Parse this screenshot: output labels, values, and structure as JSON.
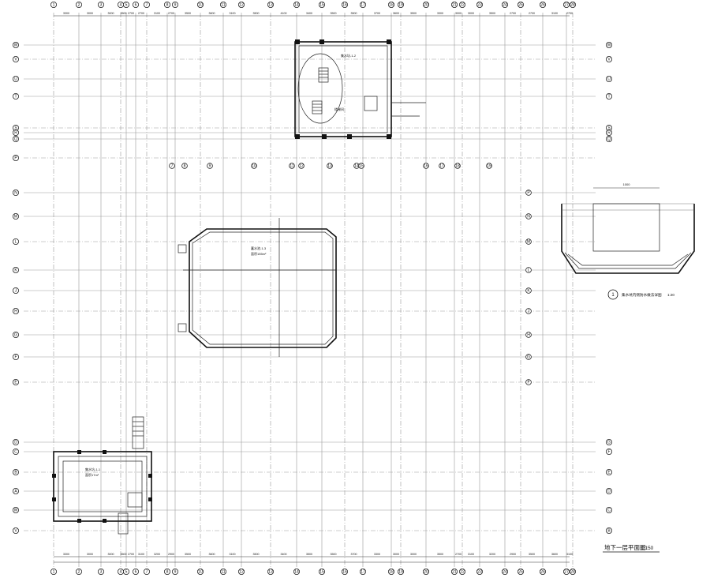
{
  "drawing": {
    "title": "地下一层平面图",
    "scale": "1:150"
  },
  "axes_top": {
    "labels": [
      "1",
      "2",
      "3",
      "4",
      "5",
      "6",
      "7",
      "8",
      "9",
      "10",
      "11",
      "12",
      "13",
      "14",
      "15",
      "16",
      "17",
      "18",
      "19",
      "20",
      "21",
      "22",
      "23",
      "24",
      "25",
      "26",
      "27",
      "28",
      "29",
      "30"
    ],
    "dims": [
      "3300",
      "3000",
      "3000",
      "3500",
      "2700",
      "2700",
      "3100",
      "2700",
      "3500",
      "3600",
      "3100",
      "3500",
      "4100",
      "3400",
      "3500",
      "3500",
      "3700",
      "3600",
      "3500"
    ]
  },
  "axes_left": {
    "labels": [
      "W",
      "V",
      "U",
      "T",
      "S",
      "R",
      "Q",
      "P",
      "N",
      "M",
      "L",
      "K",
      "J",
      "H",
      "G",
      "F",
      "E",
      "D",
      "C",
      "B",
      "A"
    ]
  },
  "rooms": {
    "stair_top": {
      "name": "楼梯间"
    },
    "collect_pit": {
      "name": "集水坑-1-2"
    },
    "pool": {
      "name": "蓄水池-1-3",
      "area": "面积155m²"
    },
    "pit_bottom": {
      "name": "集水坑-1-1",
      "area": "面积17m²"
    }
  },
  "detail": {
    "number": "1",
    "title": "集水坑内侧防水做法详图",
    "scale": "1:20",
    "dim": "1000"
  },
  "bottom_dims": [
    "3300",
    "3000",
    "3000",
    "3500",
    "2700",
    "3100",
    "3200",
    "2900",
    "3500",
    "3600",
    "3100",
    "3500",
    "3400",
    "3500",
    "3500",
    "3700"
  ]
}
